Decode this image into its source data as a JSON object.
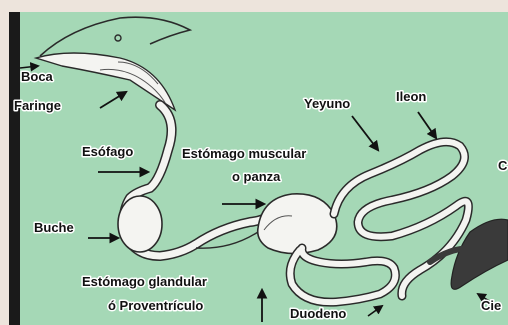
{
  "labels": {
    "boca": "Boca",
    "faringe": "Faringe",
    "esofago": "Esófago",
    "buche": "Buche",
    "estomago_muscular_1": "Estómago muscular",
    "estomago_muscular_2": "o panza",
    "estomago_glandular_1": "Estómago glandular",
    "estomago_glandular_2": "ó Proventrículo",
    "duodeno": "Duodeno",
    "yeyuno": "Yeyuno",
    "ileon": "Ileon",
    "ciegos": "Cie",
    "cloaca": "C"
  },
  "colors": {
    "background": "#a5d8b6",
    "frame": "#ede4dc",
    "left_bar": "#1a1a1a",
    "organ_fill": "#f4f4f1",
    "outline": "#2a2a2a",
    "arrow": "#111111"
  }
}
